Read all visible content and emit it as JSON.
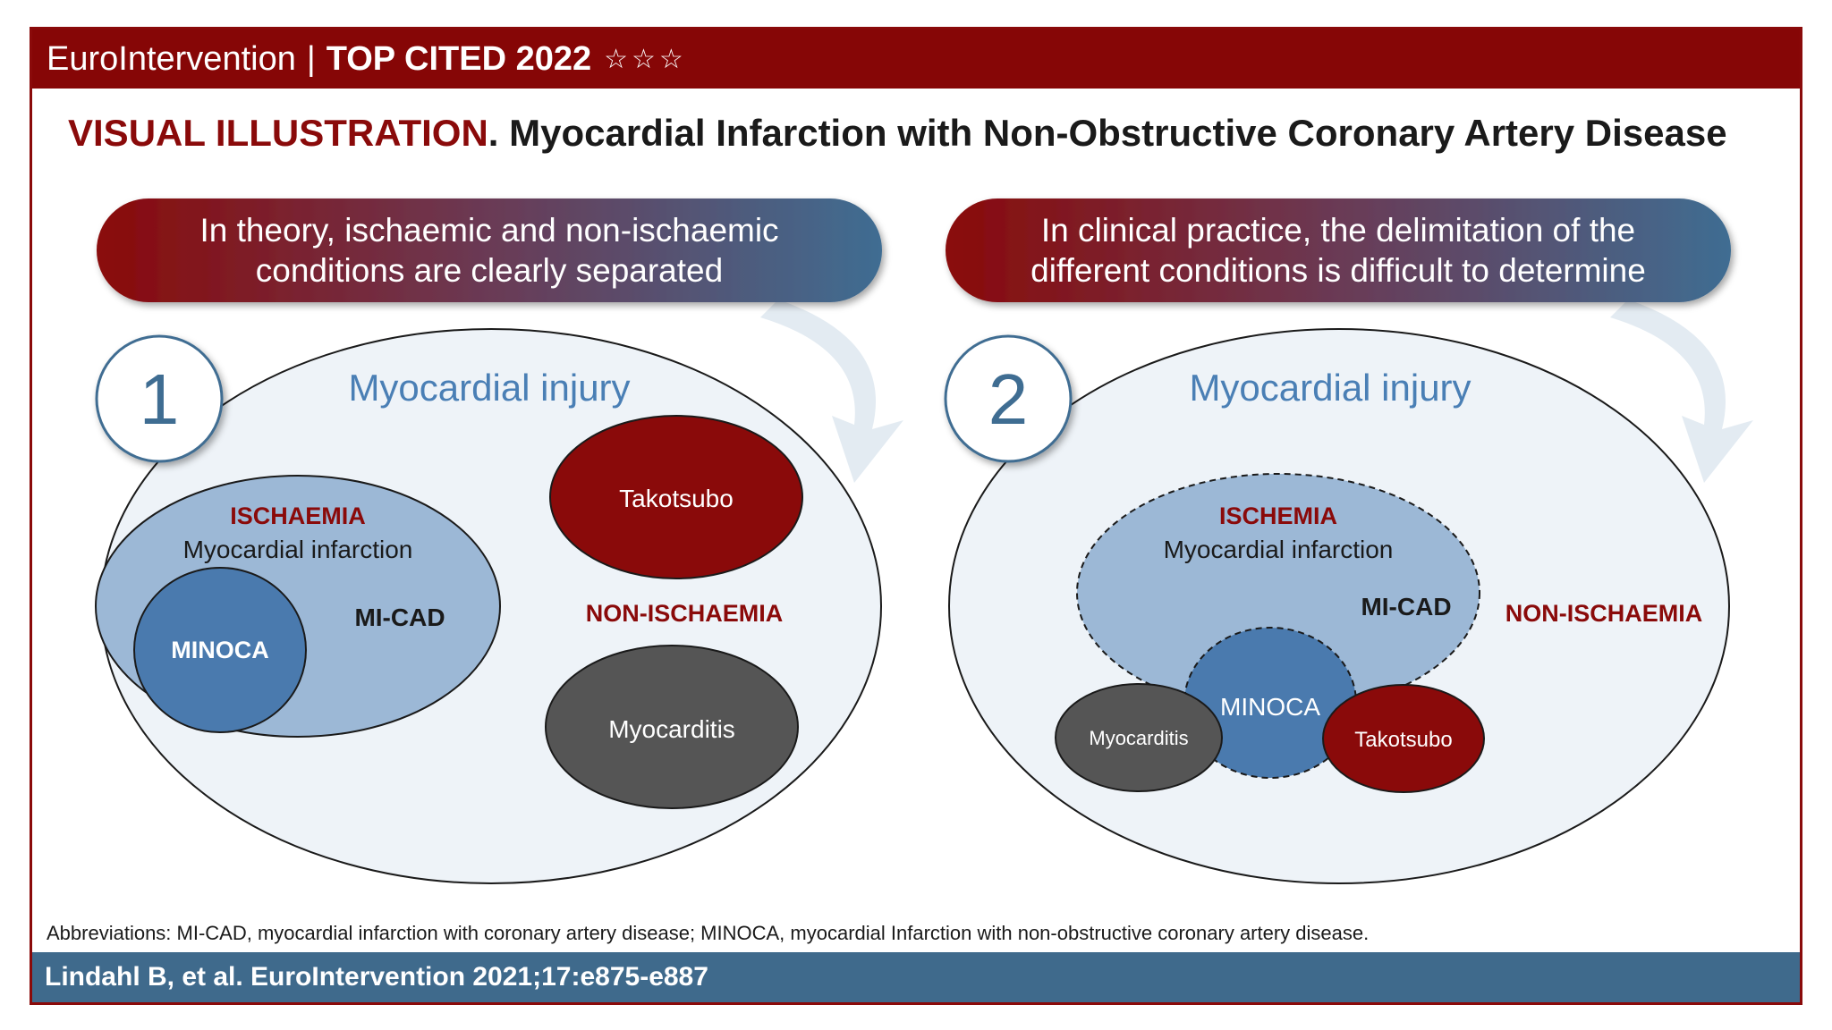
{
  "header": {
    "brand": "EuroIntervention",
    "separator": "|",
    "cited": "TOP CITED 2022",
    "stars": "☆☆☆"
  },
  "title": {
    "label": "VISUAL ILLUSTRATION",
    "text": ". Myocardial Infarction with Non-Obstructive Coronary Artery Disease"
  },
  "panel1": {
    "banner_line1": "In theory, ischaemic and non-ischaemic",
    "banner_line2": "conditions are clearly separated",
    "number": "1",
    "injury_label": "Myocardial injury",
    "ischaemia_label": "ISCHAEMIA",
    "mi_label": "Myocardial infarction",
    "micad_label": "MI-CAD",
    "minoca_label": "MINOCA",
    "takotsubo_label": "Takotsubo",
    "nonischaemia_label": "NON-ISCHAEMIA",
    "myocarditis_label": "Myocarditis"
  },
  "panel2": {
    "banner_line1": "In clinical practice, the delimitation of the",
    "banner_line2": "different conditions is difficult to determine",
    "number": "2",
    "injury_label": "Myocardial injury",
    "ischemia_label": "ISCHEMIA",
    "mi_label": "Myocardial infarction",
    "micad_label": "MI-CAD",
    "nonischaemia_label": "NON-ISCHAEMIA",
    "minoca_label": "MINOCA",
    "myocarditis_label": "Myocarditis",
    "takotsubo_label": "Takotsubo"
  },
  "footer": {
    "abbreviations": "Abbreviations: MI-CAD, myocardial infarction with coronary artery disease; MINOCA, myocardial Infarction with non-obstructive coronary artery disease.",
    "citation": "Lindahl B, et al. EuroIntervention 2021;17:e875-e887"
  },
  "colors": {
    "brand_red": "#860606",
    "footer_blue": "#3f6a8c",
    "injury_fill": "#eef3f8",
    "ischaemia_fill": "#9cb8d6",
    "minoca_fill": "#4a7aae",
    "takotsubo_fill": "#8a0a0a",
    "myocarditis_fill": "#555555",
    "label_blue": "#4a7fb5"
  }
}
